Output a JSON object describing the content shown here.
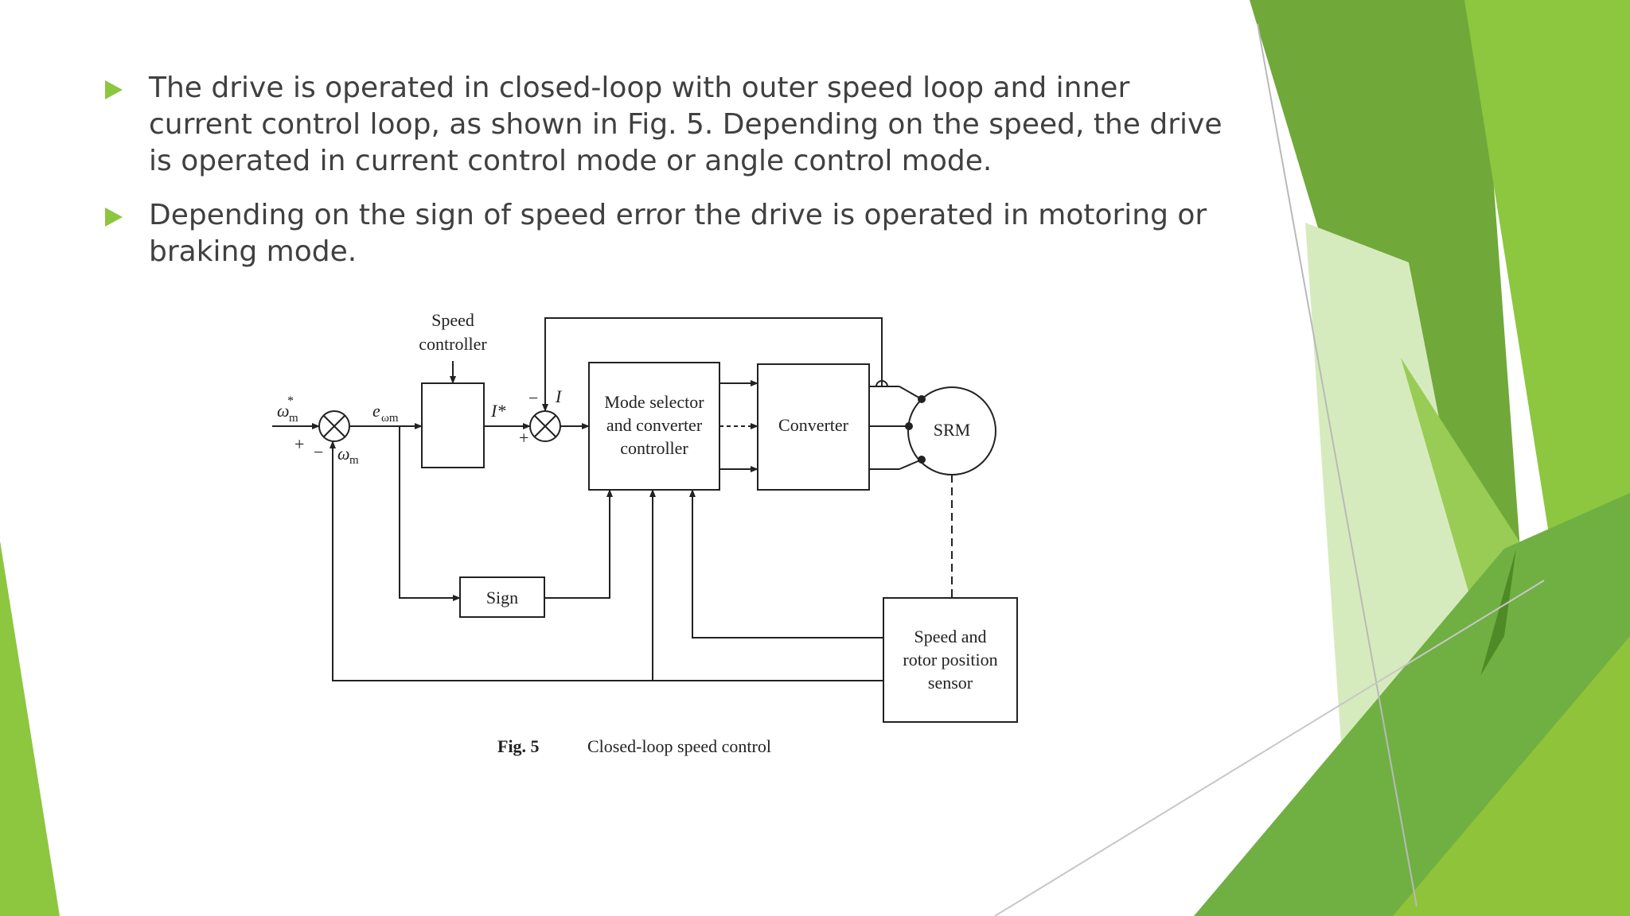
{
  "colors": {
    "bullet": "#8dc63f",
    "text": "#404040",
    "accent_dark": "#4e8a26",
    "accent_mid": "#70a83a",
    "accent_light": "#8dc63f",
    "accent_pale": "#d6ebbd"
  },
  "bullets": [
    {
      "icon": "triangle-right-icon",
      "text": "The drive is operated in closed-loop with outer speed loop and inner current control loop, as shown in Fig. 5. Depending on the speed, the drive is operated in current control mode or angle control mode."
    },
    {
      "icon": "triangle-right-icon",
      "text": "Depending on the sign of speed error the drive is operated in motoring or braking mode."
    }
  ],
  "diagram": {
    "speed_controller_line1": "Speed",
    "speed_controller_line2": "controller",
    "omega_ref": "ω",
    "omega_ref_star": "*",
    "omega_ref_sub": "m",
    "plus1": "+",
    "minus1": "−",
    "omega_fb": "ω",
    "omega_fb_sub": "m",
    "error": "e",
    "error_sub": "ωm",
    "current_ref": "I*",
    "current_fb": "I",
    "minus2": "−",
    "plus2": "+",
    "mode_line1": "Mode selector",
    "mode_line2": "and converter",
    "mode_line3": "controller",
    "converter": "Converter",
    "srm": "SRM",
    "sign": "Sign",
    "sensor_line1": "Speed and",
    "sensor_line2": "rotor position",
    "sensor_line3": "sensor",
    "caption_label": "Fig. 5",
    "caption_text": "Closed-loop speed control"
  }
}
